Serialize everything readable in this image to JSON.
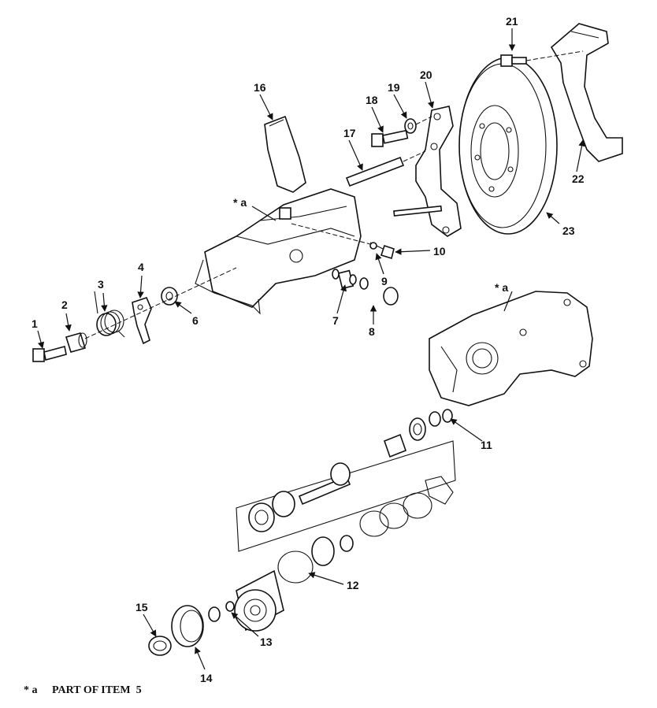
{
  "callouts": {
    "c1": "1",
    "c2": "2",
    "c3": "3",
    "c4": "4",
    "c6": "6",
    "c7": "7",
    "c8": "8",
    "c9": "9",
    "c10": "10",
    "c11": "11",
    "c12": "12",
    "c13": "13",
    "c14": "14",
    "c15": "15",
    "c16": "16",
    "c17": "17",
    "c18": "18",
    "c19": "19",
    "c20": "20",
    "c21": "21",
    "c22": "22",
    "c23": "23",
    "star_a_upper": "* a",
    "star_a_right": "* a"
  },
  "footnote": {
    "marker": "* a",
    "text": "PART OF ITEM  5"
  }
}
